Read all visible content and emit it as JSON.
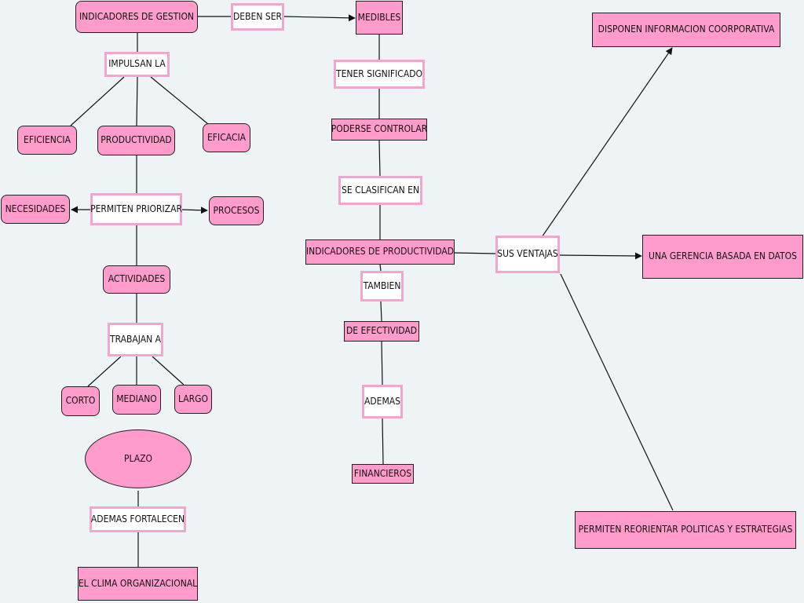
{
  "nodes": {
    "indicadores_gestion": "INDICADORES DE GESTION",
    "deben_ser": "DEBEN SER",
    "medibles": "MEDIBLES",
    "impulsan_la": "IMPULSAN LA",
    "eficiencia": "EFICIENCIA",
    "productividad": "PRODUCTIVIDAD",
    "eficacia": "EFICACIA",
    "permiten_priorizar": "PERMITEN PRIORIZAR",
    "necesidades": "NECESIDADES",
    "procesos": "PROCESOS",
    "actividades": "ACTIVIDADES",
    "trabajan_a": "TRABAJAN A",
    "corto": "CORTO",
    "mediano": "MEDIANO",
    "largo": "LARGO",
    "plazo": "PLAZO",
    "ademas_fortalecen": "ADEMAS FORTALECEN",
    "clima_organizacional": "EL CLIMA ORGANIZACIONAL",
    "tener_significado": "TENER SIGNIFICADO",
    "poderse_controlar": "PODERSE CONTROLAR",
    "se_clasifican_en": "SE CLASIFICAN EN",
    "indicadores_productividad": "INDICADORES DE PRODUCTIVIDAD",
    "tambien": "TAMBIEN",
    "de_efectividad": "DE EFECTIVIDAD",
    "ademas": "ADEMAS",
    "financieros": "FINANCIEROS",
    "sus_ventajas": "SUS VENTAJAS",
    "disponen_informacion": "DISPONEN INFORMACION COORPORATIVA",
    "gerencia_datos": "UNA GERENCIA BASADA EN DATOS",
    "reorientar_politicas": "PERMITEN REORIENTAR POLITICAS Y ESTRATEGIAS"
  },
  "colors": {
    "concept_fill": "#ff9ccc",
    "link_border": "#f0a6cf",
    "background": "#eef3f6",
    "line": "#111111"
  }
}
